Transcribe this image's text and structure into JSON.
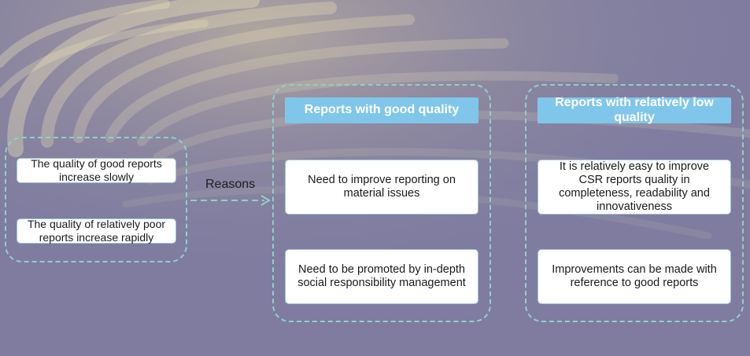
{
  "left_group": {
    "items": [
      "The quality of good reports increase slowly",
      "The quality of relatively poor reports increase rapidly"
    ]
  },
  "arrow": {
    "label": "Reasons"
  },
  "good_quality": {
    "title": "Reports with good quality",
    "items": [
      "Need to improve reporting on material issues",
      "Need to be promoted by in-depth social responsibility management"
    ]
  },
  "low_quality": {
    "title": "Reports with relatively low quality",
    "items": [
      "It is relatively easy to improve CSR reports quality in completeness, readability and innovativeness",
      "Improvements can be made with reference to  good reports"
    ]
  },
  "colors": {
    "background": "#7f7ca0",
    "dashed_border": "#8fd0c8",
    "header_fill": "#7fc6ea",
    "card_border": "#9fc3df"
  }
}
